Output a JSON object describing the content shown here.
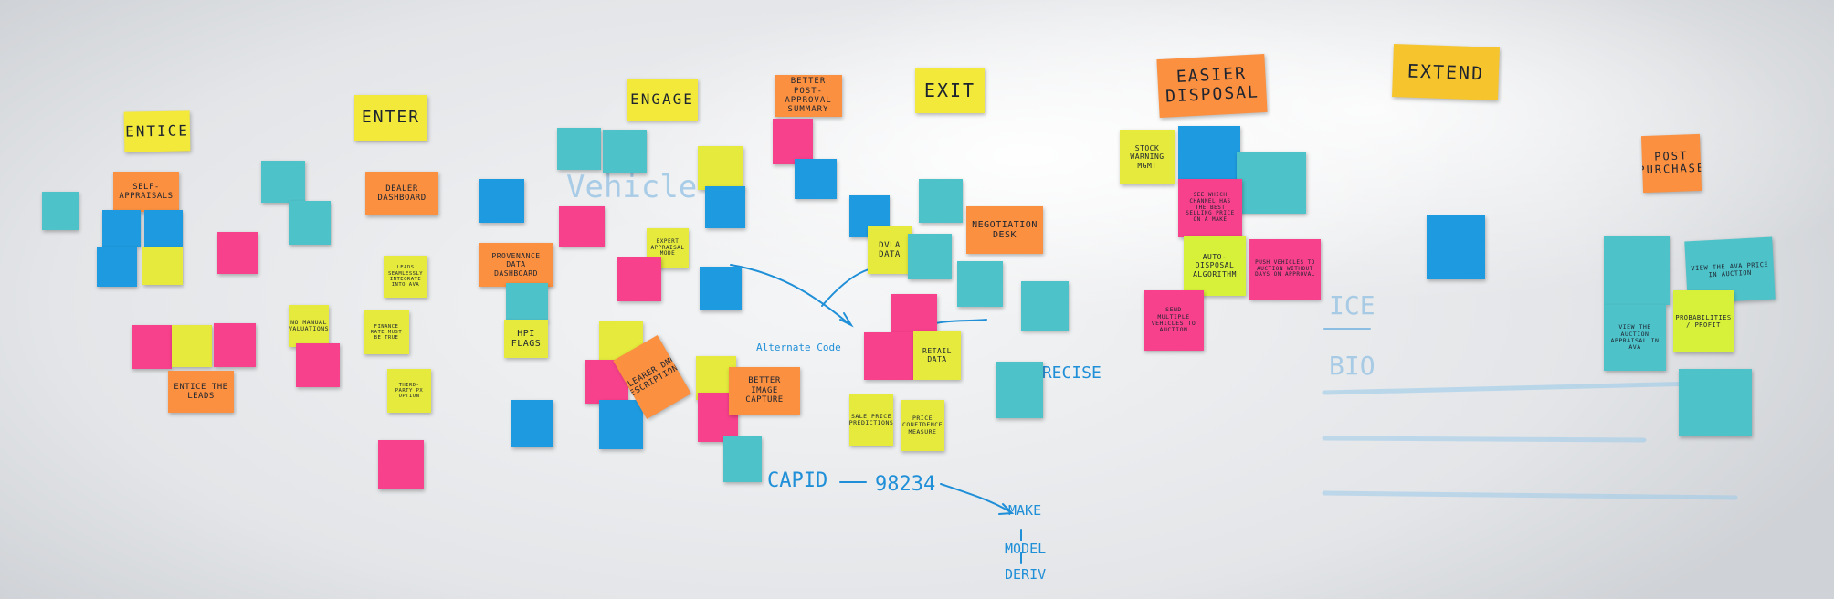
{
  "headings": {
    "entice": "ENTICE",
    "enter": "ENTER",
    "engage": "ENGAGE",
    "better_post": "BETTER POST-APPROVAL SUMMARY",
    "exit": "EXIT",
    "easier_disposal": "EASIER DISPOSAL",
    "extend": "EXTEND",
    "post_purchase": "POST PURCHASE"
  },
  "notes": {
    "self_appraisals": "SELF-APPRAISALS",
    "dealer_dashboard": "DEALER DASHBOARD",
    "entice_leads": "ENTICE THE LEADS",
    "no_manual": "NO MANUAL VALUATIONS",
    "provenance": "PROVENANCE DATA DASHBOARD",
    "hpi_flags": "HPI FLAGS",
    "clearer_dmg": "CLEARER DMG DESCRIPTIONS",
    "better_image": "BETTER IMAGE CAPTURE",
    "negotiation": "NEGOTIATION DESK",
    "dvla": "DVLA DATA",
    "retail": "RETAIL DATA",
    "sale_price": "SALE PRICE PREDICTIONS",
    "price_confidence": "PRICE CONFIDENCE MEASURE",
    "stock_warning": "STOCK WARNING MGMT",
    "auto_disposal": "AUTO-DISPOSAL ALGORITHM",
    "see_channel": "SEE WHICH CHANNEL HAS THE BEST SELLING PRICE ON A MAKE",
    "push_vehicles": "PUSH VEHICLES TO AUCTION WITHOUT DAYS ON APPROVAL",
    "send_multiple": "SEND MULTIPLE VEHICLES TO AUCTION",
    "view_auction": "VIEW THE AUCTION APPRAISAL IN AVA",
    "probabilities": "PROBABILITIES / PROFIT",
    "view_ava": "VIEW THE AVA PRICE IN AUCTION",
    "leads_seamless": "LEADS SEAMLESSLY INTEGRATE INTO AVA",
    "finance_rate": "FINANCE RATE MUST BE TRUE",
    "third_party": "THIRD-PARTY PX OPTION",
    "expert_mode": "EXPERT APPRAISAL MODE"
  },
  "ink": {
    "capid": "CAPID",
    "capid_value": "98234",
    "make": "MAKE",
    "model": "MODEL",
    "deriv": "DERIV",
    "vehicle": "Vehicle",
    "precise": "PRECISE",
    "ice": "ICE",
    "bio": "BIO",
    "alternate_code": "Alternate Code"
  }
}
